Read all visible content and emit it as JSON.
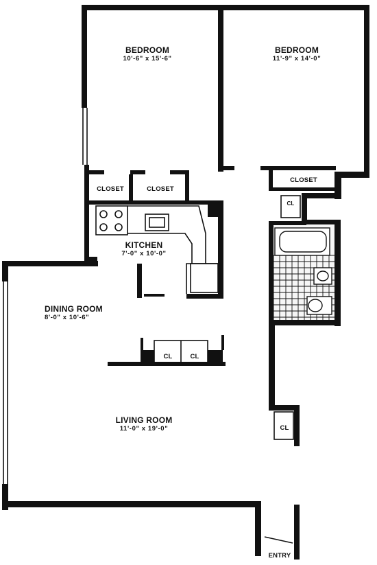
{
  "rooms": {
    "bedroom_left": {
      "name": "BEDROOM",
      "dims": "10'-6\" x 15'-6\""
    },
    "bedroom_right": {
      "name": "BEDROOM",
      "dims": "11'-9\" x 14'-0\""
    },
    "kitchen": {
      "name": "KITCHEN",
      "dims": "7'-0\" x 10'-0\""
    },
    "dining_room": {
      "name": "DINING ROOM",
      "dims": "8'-0\" x 10'-6\""
    },
    "living_room": {
      "name": "LIVING ROOM",
      "dims": "11'-0\" x 19'-0\""
    }
  },
  "closets": {
    "closet_a": "CLOSET",
    "closet_b": "CLOSET",
    "closet_c": "CLOSET",
    "cl_1": "CL",
    "cl_2": "CL",
    "cl_hall": "CL",
    "cl_small": "CL"
  },
  "entry": "ENTRY"
}
